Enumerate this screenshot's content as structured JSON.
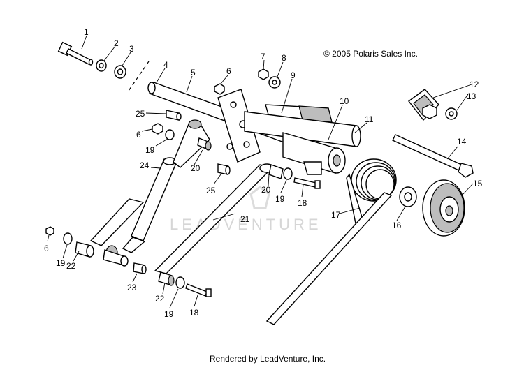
{
  "copyright": "© 2005 Polaris Sales Inc.",
  "footer": "Rendered by LeadVenture, Inc.",
  "watermark": "LEADVENTURE",
  "callouts": [
    {
      "id": "c1",
      "text": "1"
    },
    {
      "id": "c2",
      "text": "2"
    },
    {
      "id": "c3",
      "text": "3"
    },
    {
      "id": "c4",
      "text": "4"
    },
    {
      "id": "c5",
      "text": "5"
    },
    {
      "id": "c6a",
      "text": "6"
    },
    {
      "id": "c6b",
      "text": "6"
    },
    {
      "id": "c6c",
      "text": "6"
    },
    {
      "id": "c7",
      "text": "7"
    },
    {
      "id": "c8",
      "text": "8"
    },
    {
      "id": "c9",
      "text": "9"
    },
    {
      "id": "c10",
      "text": "10"
    },
    {
      "id": "c11",
      "text": "11"
    },
    {
      "id": "c12",
      "text": "12"
    },
    {
      "id": "c13",
      "text": "13"
    },
    {
      "id": "c14",
      "text": "14"
    },
    {
      "id": "c15",
      "text": "15"
    },
    {
      "id": "c16",
      "text": "16"
    },
    {
      "id": "c17",
      "text": "17"
    },
    {
      "id": "c18a",
      "text": "18"
    },
    {
      "id": "c18b",
      "text": "18"
    },
    {
      "id": "c19a",
      "text": "19"
    },
    {
      "id": "c19b",
      "text": "19"
    },
    {
      "id": "c19c",
      "text": "19"
    },
    {
      "id": "c19d",
      "text": "19"
    },
    {
      "id": "c20a",
      "text": "20"
    },
    {
      "id": "c20b",
      "text": "20"
    },
    {
      "id": "c21",
      "text": "21"
    },
    {
      "id": "c22a",
      "text": "22"
    },
    {
      "id": "c22b",
      "text": "22"
    },
    {
      "id": "c23",
      "text": "23"
    },
    {
      "id": "c24",
      "text": "24"
    },
    {
      "id": "c25a",
      "text": "25"
    },
    {
      "id": "c25b",
      "text": "25"
    }
  ]
}
